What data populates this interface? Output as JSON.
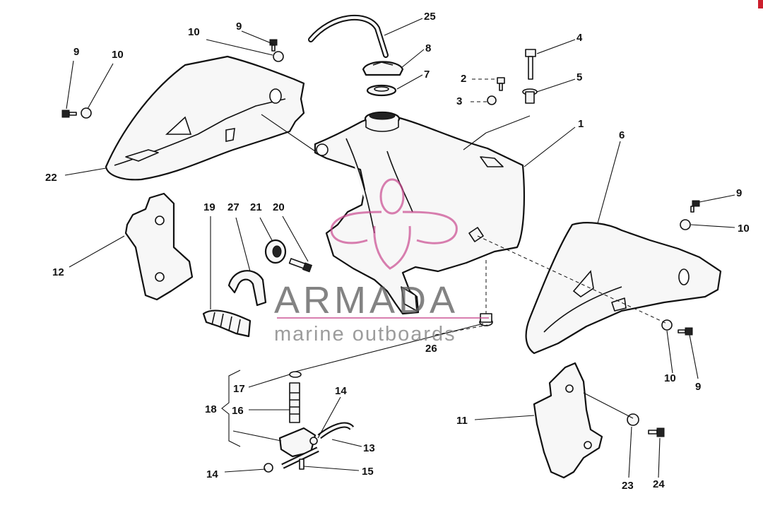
{
  "diagram": {
    "callouts": {
      "c1": "1",
      "c2": "2",
      "c3": "3",
      "c4": "4",
      "c5": "5",
      "c6": "6",
      "c7": "7",
      "c8": "8",
      "c9a": "9",
      "c9b": "9",
      "c9c": "9",
      "c9d": "9",
      "c10a": "10",
      "c10b": "10",
      "c10c": "10",
      "c10d": "10",
      "c11": "11",
      "c12": "12",
      "c13": "13",
      "c14a": "14",
      "c14b": "14",
      "c15": "15",
      "c16": "16",
      "c17": "17",
      "c18": "18",
      "c19": "19",
      "c20": "20",
      "c21": "21",
      "c22": "22",
      "c23": "23",
      "c24": "24",
      "c25": "25",
      "c26": "26",
      "c27": "27"
    }
  },
  "watermark": {
    "brand": "ARMADA",
    "tagline": "marine outboards",
    "accent_color": "#c9488f"
  },
  "colors": {
    "line": "#111111",
    "corner_mark": "#cc1f2d"
  }
}
